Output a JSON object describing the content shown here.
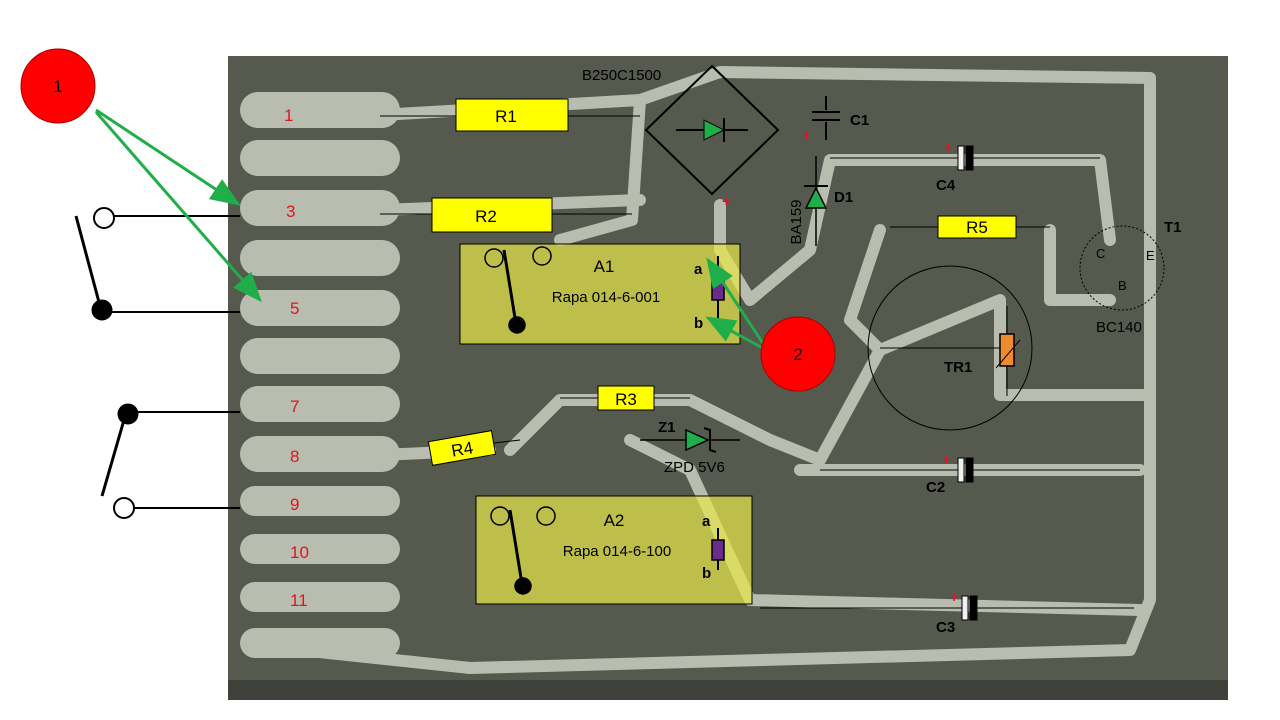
{
  "colors": {
    "board": "#55594e",
    "board_dark": "#3e423a",
    "trace": "#b9bdb0",
    "resistor_fill": "#ffff00",
    "relay_overlay": "#e6e64a",
    "pin_number": "#e0141e",
    "marker_fill": "#ff0000",
    "arrow": "#1fae4a",
    "diode_fill": "#1fae4a",
    "relay_coil": "#6a2c8c",
    "trimmer_fill": "#f08a30"
  },
  "markers": [
    {
      "label": "1"
    },
    {
      "label": "2"
    }
  ],
  "edge_pins": [
    "1",
    "3",
    "5",
    "7",
    "8",
    "9",
    "10",
    "11"
  ],
  "components": {
    "bridge": "B250C1500",
    "r1": "R1",
    "r2": "R2",
    "r3": "R3",
    "r4": "R4",
    "r5": "R5",
    "c1": "C1",
    "c2": "C2",
    "c3": "C3",
    "c4": "C4",
    "d1": "D1",
    "d1_type": "BA159",
    "z1": "Z1",
    "z1_type": "ZPD 5V6",
    "t1": "T1",
    "t1_type": "BC140",
    "t1_c": "C",
    "t1_e": "E",
    "t1_b": "B",
    "tr1": "TR1",
    "a1": "A1",
    "a1_type": "Rapa 014-6-001",
    "a1_pin_a": "a",
    "a1_pin_b": "b",
    "a2": "A2",
    "a2_type": "Rapa 014-6-100",
    "a2_pin_a": "a",
    "a2_pin_b": "b",
    "plus": "+"
  }
}
